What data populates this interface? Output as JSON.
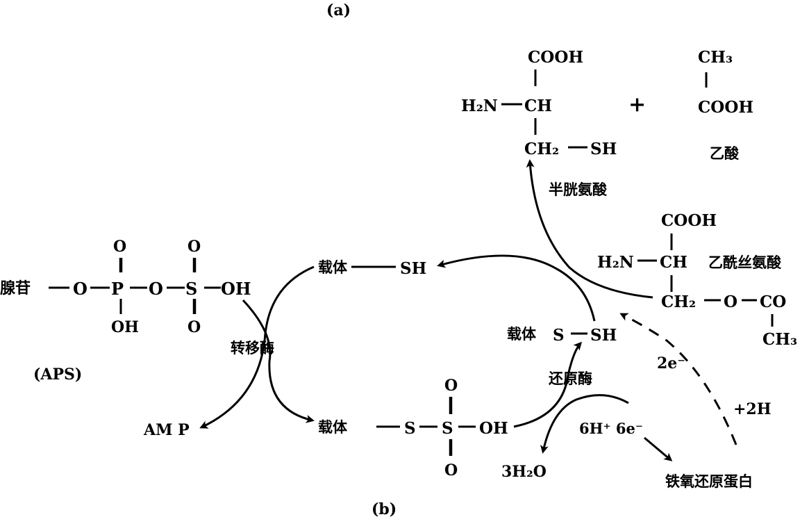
{
  "labels": {
    "panel_a": "(a)",
    "panel_b": "(b)"
  },
  "aps": {
    "adenosine": "腺苷",
    "o1": "O",
    "p": "P",
    "o2": "O",
    "s": "S",
    "oh": "OH",
    "p_top_o": "O",
    "p_bottom_oh": "OH",
    "s_top_o": "O",
    "s_bottom_o": "O",
    "name": "(APS)"
  },
  "amp": "AM P",
  "transferase": "转移酶",
  "carrier_sh": {
    "carrier": "载体",
    "sh": "SH"
  },
  "carrier_sulfonate": {
    "carrier": "载体",
    "s1": "S",
    "s2": "S",
    "oh": "OH",
    "top_o": "O",
    "bottom_o": "O"
  },
  "carrier_s_sh": {
    "carrier": "载体",
    "s": "S",
    "sh": "SH"
  },
  "reductase": "还原酶",
  "water": "3H₂O",
  "protons_electrons": "6H⁺ 6e⁻",
  "ferredoxin": "铁氧还原蛋白",
  "two_e": "2e⁻",
  "plus_2h": "+2H",
  "cysteine": {
    "cooh": "COOH",
    "h2n": "H₂N",
    "ch": "CH",
    "ch2": "CH₂",
    "sh": "SH",
    "name": "半胱氨酸"
  },
  "plus": "+",
  "acetic_acid": {
    "ch3": "CH₃",
    "cooh": "COOH",
    "name": "乙酸"
  },
  "acetylserine": {
    "cooh": "COOH",
    "h2n": "H₂N",
    "ch": "CH",
    "ch2": "CH₂",
    "o": "O",
    "co": "CO",
    "ch3": "CH₃",
    "name": "乙酰丝氨酸"
  }
}
